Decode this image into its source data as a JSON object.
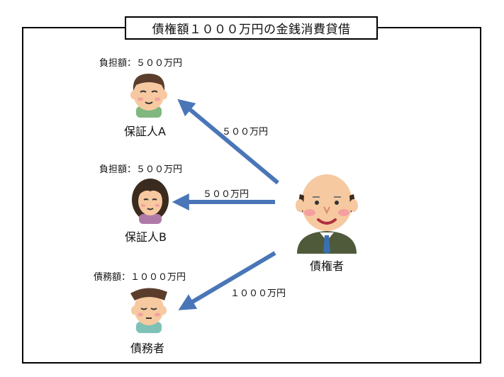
{
  "title": "債権額１０００万円の金銭消費貸借",
  "people": {
    "guarantor_a": {
      "name": "保証人A",
      "burden": "負担額：５００万円"
    },
    "guarantor_b": {
      "name": "保証人B",
      "burden": "負担額：５００万円"
    },
    "debtor": {
      "name": "債務者",
      "debt": "債務額：１０００万円"
    },
    "creditor": {
      "name": "債権者"
    }
  },
  "edges": {
    "to_a": "５００万円",
    "to_b": "５００万円",
    "to_debtor": "１０００万円"
  },
  "colors": {
    "arrow": "#4a76b8",
    "frame": "#000000",
    "skin": "#f7c9a0",
    "hair": "#5a3d2b",
    "shirt_green": "#7fb77e"
  }
}
